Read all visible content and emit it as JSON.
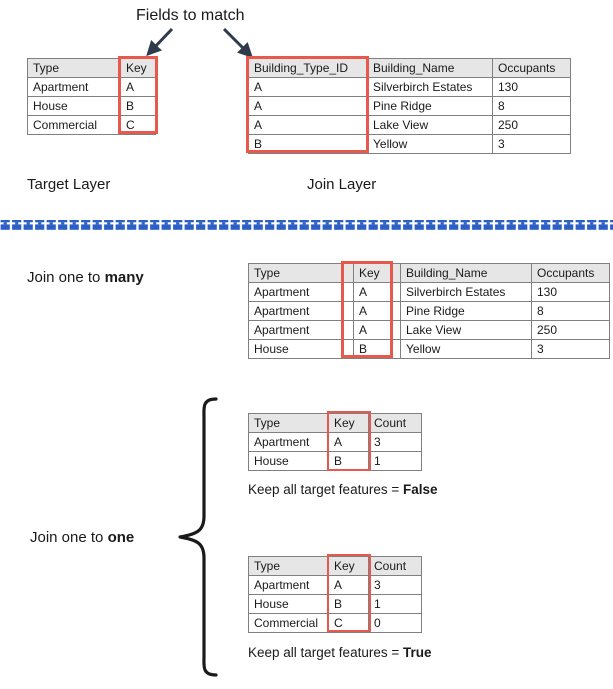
{
  "diagram": {
    "title_annotation": "Fields to match",
    "divider_color": "#2b5fc4",
    "highlight_color": "#e8584c",
    "header_fill": "#e6e6e6",
    "grid_line_color": "#808080"
  },
  "top_section": {
    "target_layer": {
      "caption": "Target Layer",
      "columns": [
        "Type",
        "Key"
      ],
      "rows": [
        [
          "Apartment",
          "A"
        ],
        [
          "House",
          "B"
        ],
        [
          "Commercial",
          "C"
        ]
      ],
      "highlighted_column": "Key"
    },
    "join_layer": {
      "caption": "Join Layer",
      "columns": [
        "Building_Type_ID",
        "Building_Name",
        "Occupants"
      ],
      "rows": [
        [
          "A",
          "Silverbirch Estates",
          "130"
        ],
        [
          "A",
          "Pine Ridge",
          "8"
        ],
        [
          "A",
          "Lake View",
          "250"
        ],
        [
          "B",
          "Yellow",
          "3"
        ]
      ],
      "highlighted_column": "Building_Type_ID"
    }
  },
  "one_to_many": {
    "label_prefix": "Join one to ",
    "label_emphasis": "many",
    "table": {
      "columns": [
        "Type",
        "Key",
        "Building_Name",
        "Occupants"
      ],
      "rows": [
        [
          "Apartment",
          "A",
          "Silverbirch Estates",
          "130"
        ],
        [
          "Apartment",
          "A",
          "Pine Ridge",
          "8"
        ],
        [
          "Apartment",
          "A",
          "Lake View",
          "250"
        ],
        [
          "House",
          "B",
          "Yellow",
          "3"
        ]
      ],
      "highlighted_column": "Key"
    }
  },
  "one_to_one": {
    "label_prefix": "Join one to ",
    "label_emphasis": "one",
    "case_false": {
      "caption_prefix": "Keep all target features = ",
      "caption_value": "False",
      "table": {
        "columns": [
          "Type",
          "Key",
          "Count"
        ],
        "rows": [
          [
            "Apartment",
            "A",
            "3"
          ],
          [
            "House",
            "B",
            "1"
          ]
        ],
        "highlighted_column": "Key"
      }
    },
    "case_true": {
      "caption_prefix": "Keep all target features = ",
      "caption_value": "True",
      "table": {
        "columns": [
          "Type",
          "Key",
          "Count"
        ],
        "rows": [
          [
            "Apartment",
            "A",
            "3"
          ],
          [
            "House",
            "B",
            "1"
          ],
          [
            "Commercial",
            "C",
            "0"
          ]
        ],
        "highlighted_column": "Key"
      }
    }
  }
}
